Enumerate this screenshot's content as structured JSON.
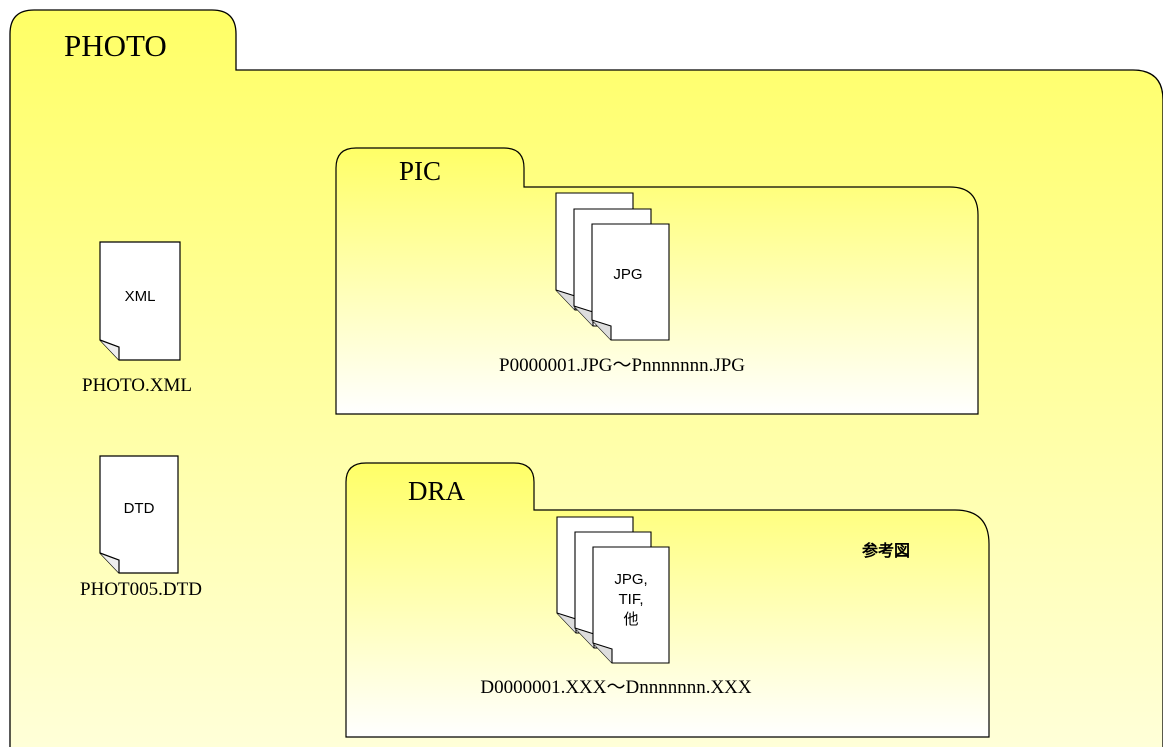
{
  "photo_folder": {
    "label": "PHOTO"
  },
  "files": {
    "xml": {
      "icon_text": "XML",
      "filename": "PHOTO.XML"
    },
    "dtd": {
      "icon_text": "DTD",
      "filename": "PHOT005.DTD"
    }
  },
  "pic_folder": {
    "label": "PIC",
    "doc_icon_text": "JPG",
    "file_range": "P0000001.JPG～Pnnnnnnn.JPG"
  },
  "dra_folder": {
    "label": "DRA",
    "doc_icon_lines": [
      "JPG,",
      "TIF,",
      "他"
    ],
    "file_range": "D0000001.XXX～Dnnnnnnn.XXX",
    "note": "参考図"
  },
  "colors": {
    "folder_fill_top": "#ffff66",
    "folder_fill_bottom": "#ffffff",
    "stroke": "#000000"
  }
}
